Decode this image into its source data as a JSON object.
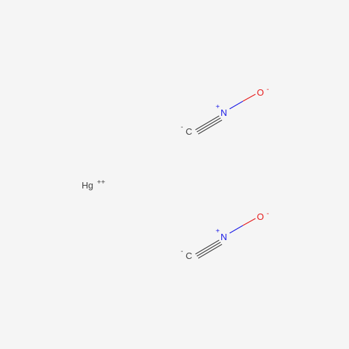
{
  "molecule": {
    "fragments": [
      {
        "atoms": {
          "carbon": {
            "symbol": "C",
            "charge": "-",
            "color": "#404040"
          },
          "nitrogen": {
            "symbol": "N",
            "charge": "+",
            "color": "#1a1ae6"
          },
          "oxygen": {
            "symbol": "O",
            "charge": "-",
            "color": "#e61a1a"
          }
        },
        "bonds": [
          {
            "from": "carbon",
            "to": "nitrogen",
            "order": 3
          },
          {
            "from": "nitrogen",
            "to": "oxygen",
            "order": 1
          }
        ]
      },
      {
        "atoms": {
          "carbon": {
            "symbol": "C",
            "charge": "-",
            "color": "#404040"
          },
          "nitrogen": {
            "symbol": "N",
            "charge": "+",
            "color": "#1a1ae6"
          },
          "oxygen": {
            "symbol": "O",
            "charge": "-",
            "color": "#e61a1a"
          }
        },
        "bonds": [
          {
            "from": "carbon",
            "to": "nitrogen",
            "order": 3
          },
          {
            "from": "nitrogen",
            "to": "oxygen",
            "order": 1
          }
        ]
      }
    ],
    "ion": {
      "symbol": "Hg",
      "charge": "++",
      "color": "#404040"
    }
  }
}
